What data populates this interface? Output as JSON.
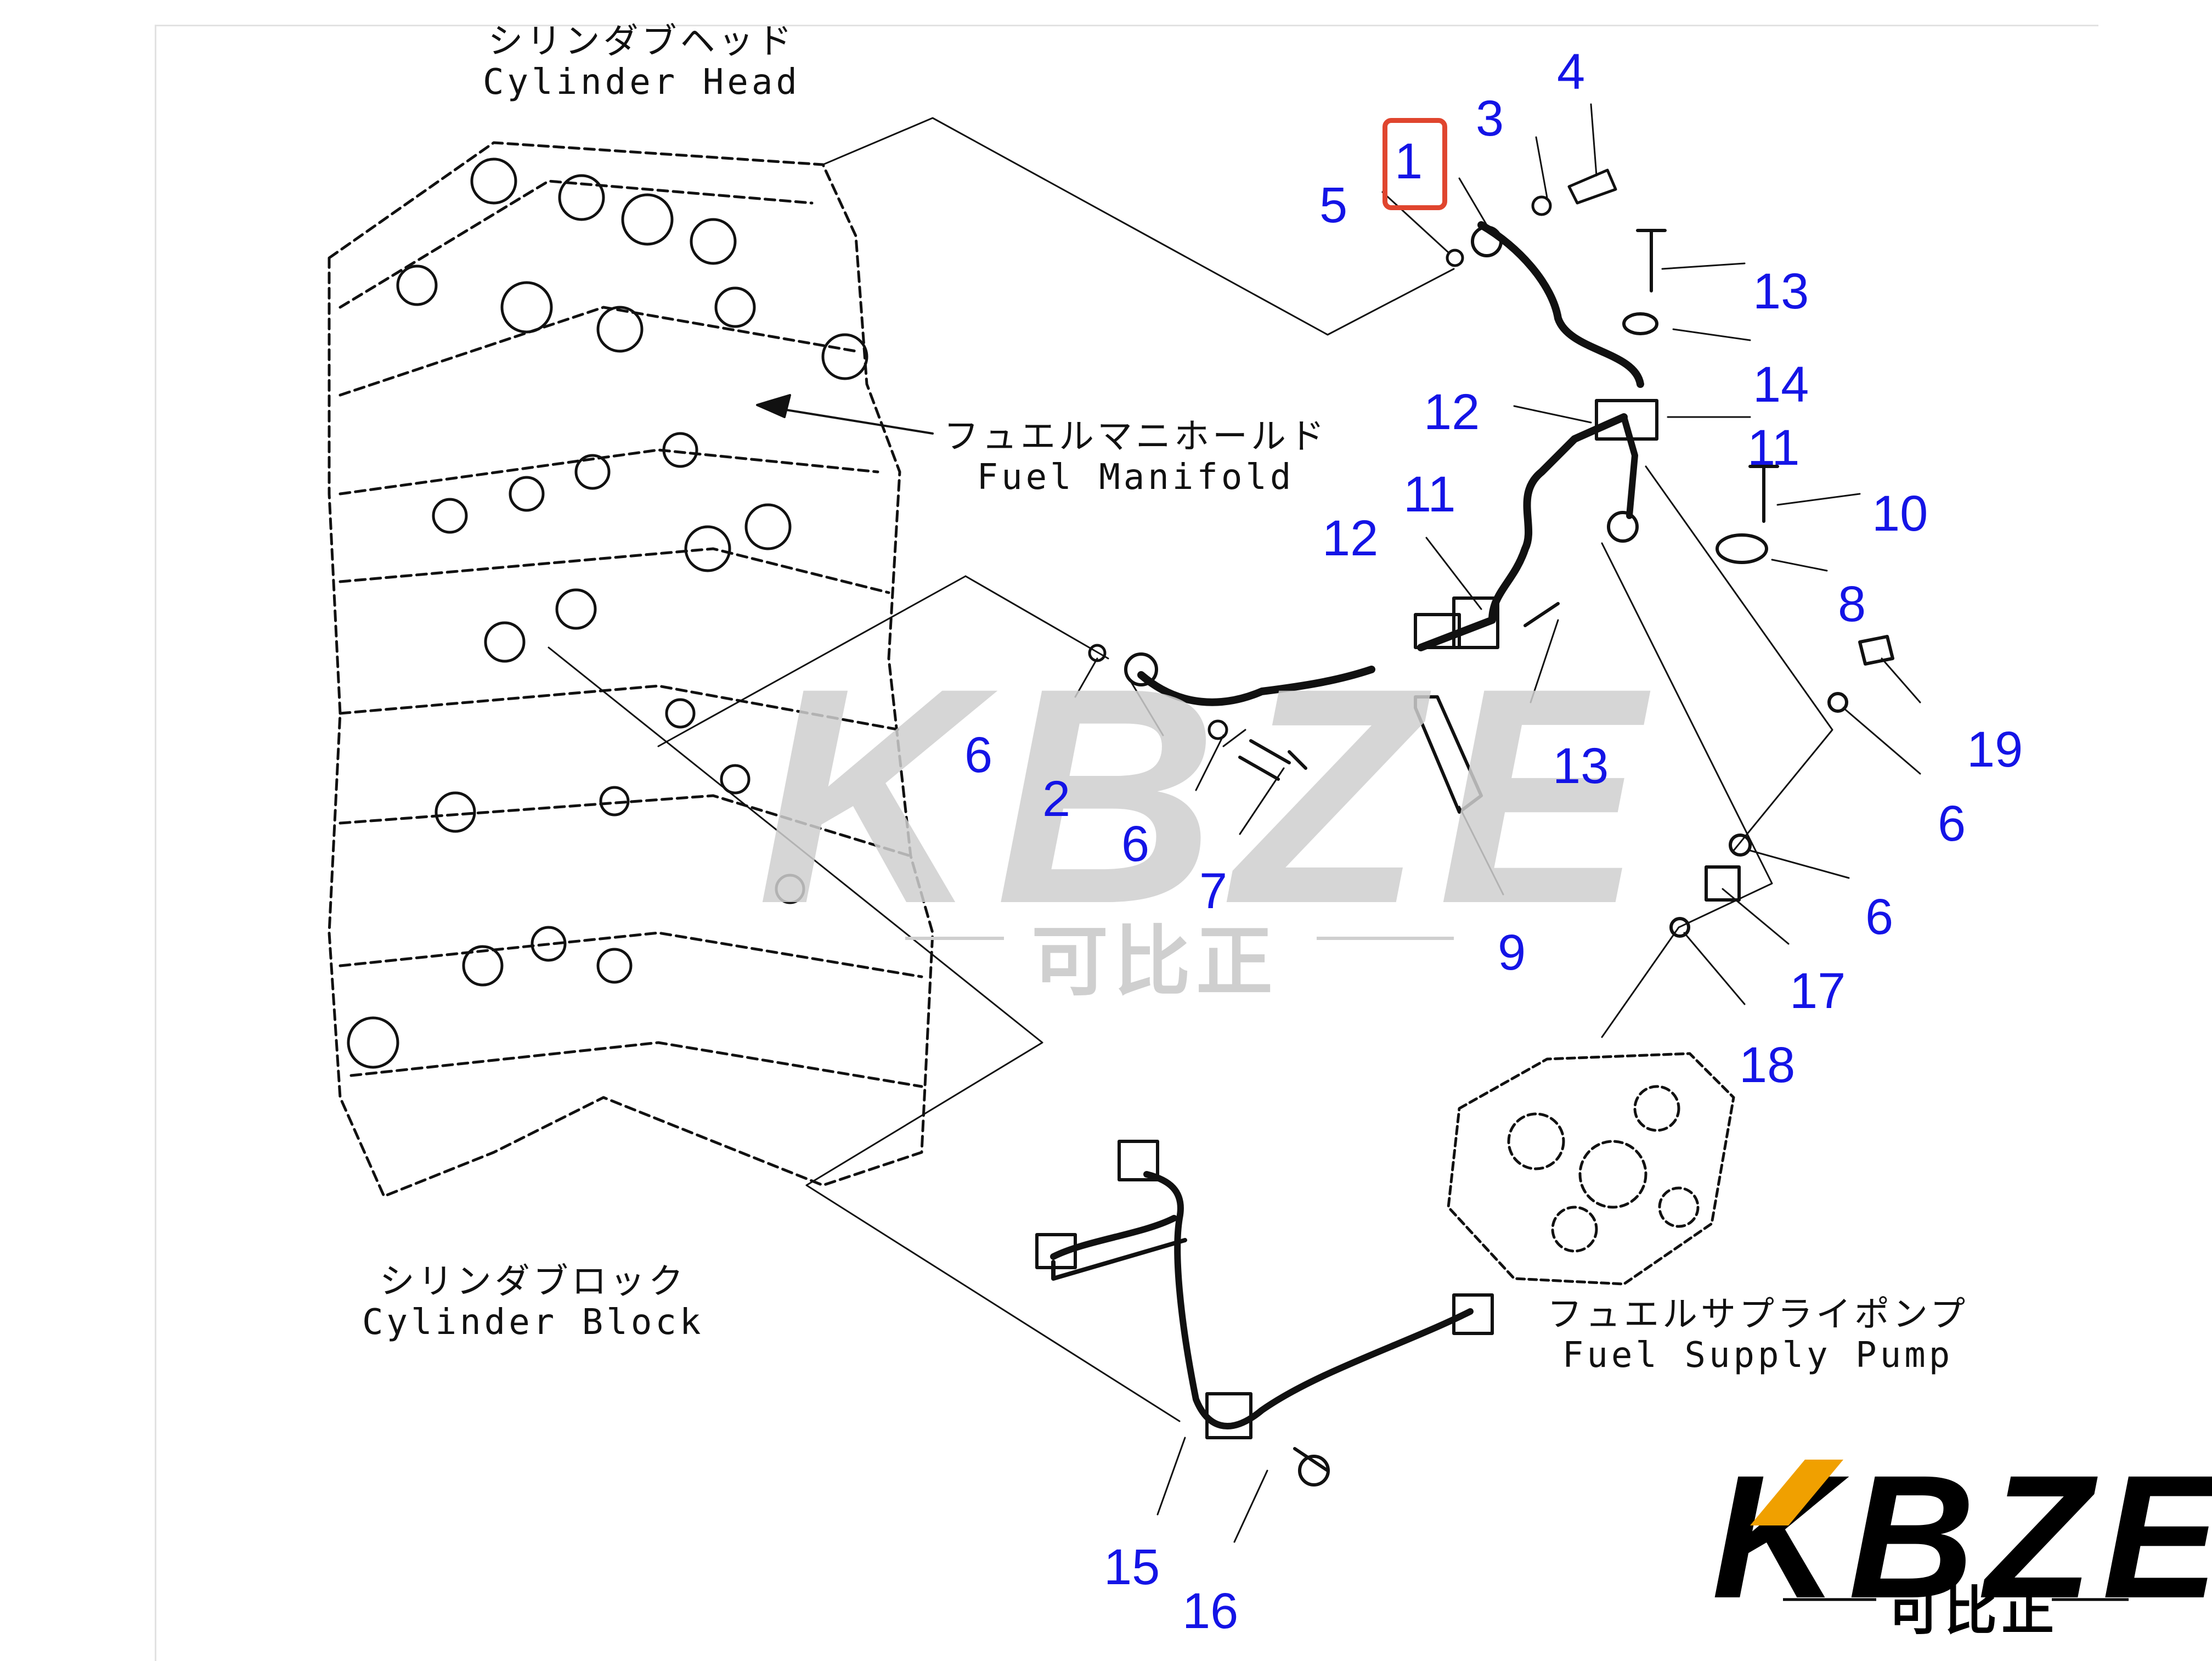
{
  "labels": {
    "cylinder_head_jp": "シリンダブヘッド",
    "cylinder_head_en": "Cylinder Head",
    "fuel_manifold_jp": "フュエルマニホールド",
    "fuel_manifold_en": "Fuel Manifold",
    "cylinder_block_jp": "シリンダブロック",
    "cylinder_block_en": "Cylinder Block",
    "fuel_pump_jp": "フュエルサプライポンプ",
    "fuel_pump_en": "Fuel Supply Pump"
  },
  "callouts": {
    "c1": "1",
    "c2": "2",
    "c3": "3",
    "c4": "4",
    "c5": "5",
    "c6a": "6",
    "c6b": "6",
    "c6c": "6",
    "c6d": "6",
    "c7": "7",
    "c8": "8",
    "c9": "9",
    "c10": "10",
    "c11a": "11",
    "c11b": "11",
    "c12a": "12",
    "c12b": "12",
    "c13a": "13",
    "c13b": "13",
    "c14": "14",
    "c15": "15",
    "c16": "16",
    "c17": "17",
    "c18": "18",
    "c19": "19"
  },
  "highlight": {
    "target": "1",
    "color": "#e0452e"
  },
  "watermark": {
    "brand": "KBZE",
    "cn": "可比正",
    "color": "#cfcfcf"
  },
  "logo": {
    "brand": "KBZE",
    "cn": "可比正",
    "accent": "#f0a000"
  },
  "colors": {
    "callout": "#1414e6",
    "line": "#111111"
  }
}
